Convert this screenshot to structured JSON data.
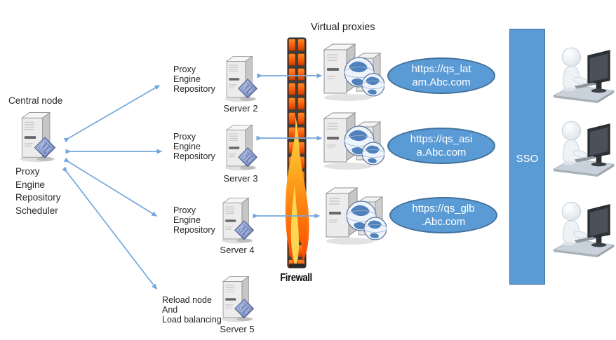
{
  "diagram": {
    "virtual_proxies_title": "Virtual proxies",
    "central_node": {
      "label": "Central node",
      "caption": "Proxy\nEngine\nRepository\nScheduler"
    },
    "servers": [
      {
        "caption": "Proxy\nEngine\nRepository",
        "name": "Server 2"
      },
      {
        "caption": "Proxy\nEngine\nRepository",
        "name": "Server 3"
      },
      {
        "caption": "Proxy\nEngine\nRepository",
        "name": "Server 4"
      },
      {
        "caption": "Reload node\nAnd\nLoad balancing",
        "name": "Server 5"
      }
    ],
    "firewall_label": "Firewall",
    "endpoints": [
      "https://qs_lat\nam.Abc.com",
      "https://qs_asi\na.Abc.com",
      "https://qs_glb\n.Abc.com"
    ],
    "sso_label": "SSO",
    "colors": {
      "accent_blue": "#5B9BD5",
      "border_blue": "#41719C",
      "arrow_blue": "#74A7DC"
    }
  }
}
